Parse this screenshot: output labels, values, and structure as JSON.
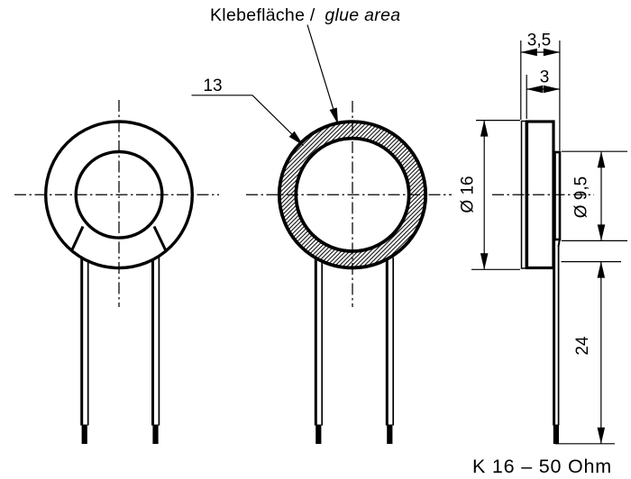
{
  "drawing": {
    "title_de": "Klebefläche /",
    "title_en": "glue area",
    "caption": "K 16 – 50 Ohm",
    "dims": {
      "glue_face_width": "13",
      "depth_total": "3,5",
      "depth_front": "3",
      "dia_front": "Ø 16",
      "dia_back": "Ø 9,5",
      "lead_length": "24"
    },
    "colors": {
      "ink": "#000000",
      "paper": "#ffffff"
    }
  }
}
